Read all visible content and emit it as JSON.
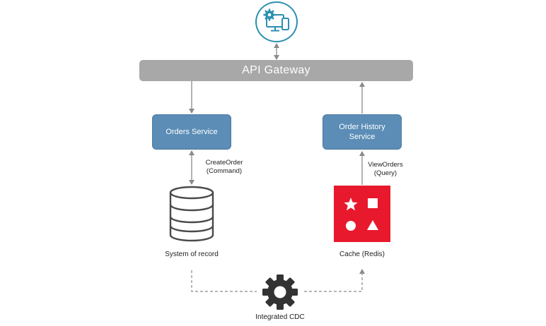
{
  "gateway": {
    "label": "API Gateway"
  },
  "services": {
    "orders": "Orders Service",
    "order_history_line1": "Order History",
    "order_history_line2": "Service"
  },
  "edges": {
    "create_line1": "CreateOrder",
    "create_line2": "(Command)",
    "view_line1": "ViewOrders",
    "view_line2": "(Query)"
  },
  "stores": {
    "system_of_record": "System of record",
    "cache": "Cache (Redis)"
  },
  "cdc": {
    "label": "Integrated CDC"
  },
  "colors": {
    "gateway": "#a8a8a8",
    "service": "#5b8db6",
    "cache": "#e8192c",
    "client_ring": "#2b8fb0",
    "connector": "#8a8a8a"
  },
  "icons": {
    "client": "devices-gear-icon",
    "database": "database-icon",
    "cache": "shapes-icon",
    "cdc": "gear-icon"
  }
}
